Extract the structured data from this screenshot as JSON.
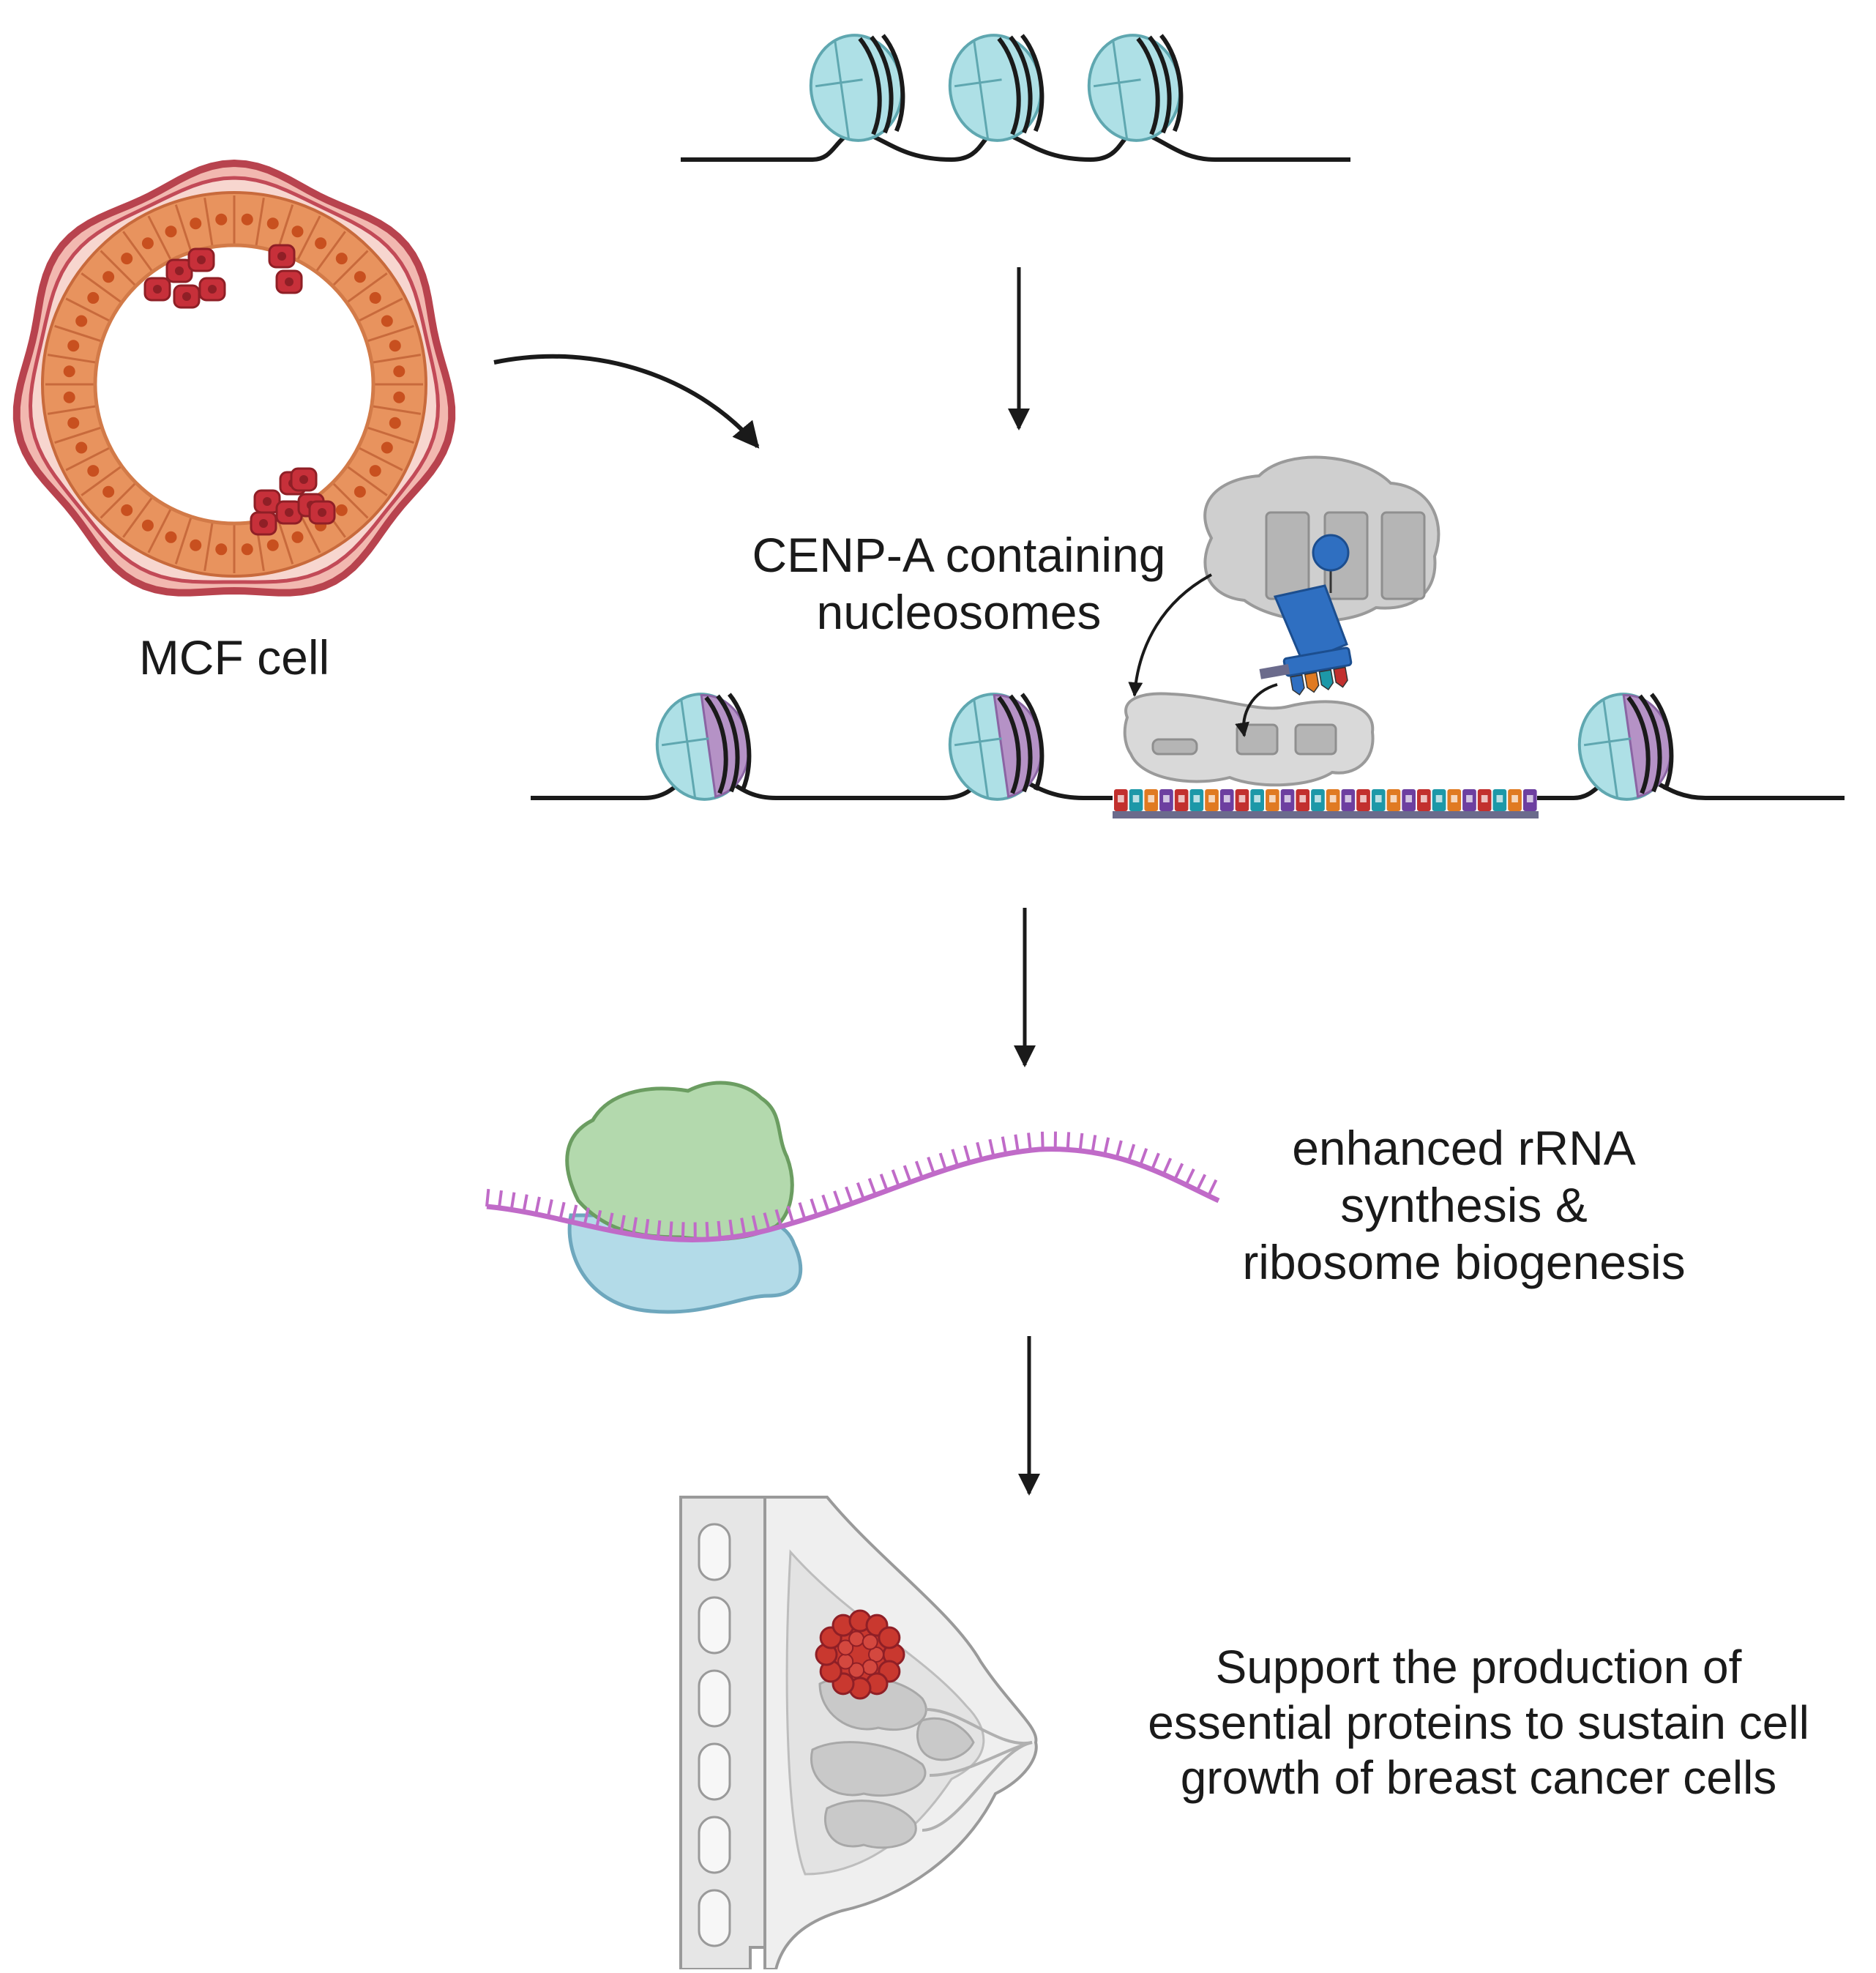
{
  "labels": {
    "mcf_cell": "MCF cell",
    "cenp_a": [
      "CENP-A containing",
      "nucleosomes"
    ],
    "rrna": [
      "enhanced rRNA",
      "synthesis &",
      "ribosome biogenesis"
    ],
    "support": [
      "Support the production of",
      "essential proteins to sustain cell",
      "growth of breast cancer cells"
    ]
  },
  "colors": {
    "nucleosome_fill": "#aee0e6",
    "nucleosome_stroke": "#5fa7b0",
    "cenp_a_band": "#b592c6",
    "dna_line": "#1a1a1a",
    "cell_layer": "#e8935e",
    "cell_border": "#c24a57",
    "cancer_cell": "#c7303a",
    "polymerase": "#c8c8c8",
    "protein_blue": "#2f6fc1",
    "ribosome_large": "#b3d9ad",
    "ribosome_small": "#b3dbe8",
    "rna": "#c06bc8",
    "tumor": "#c9382f",
    "breast_tissue": "#e6e6e6"
  },
  "base_colors": [
    "#6d3fa0",
    "#e07a22",
    "#1d98a8",
    "#c2302e"
  ],
  "icons": [
    "tissue-cross-section-icon",
    "nucleosome-icon",
    "rna-polymerase-icon",
    "ribosome-icon",
    "breast-tumor-icon"
  ]
}
